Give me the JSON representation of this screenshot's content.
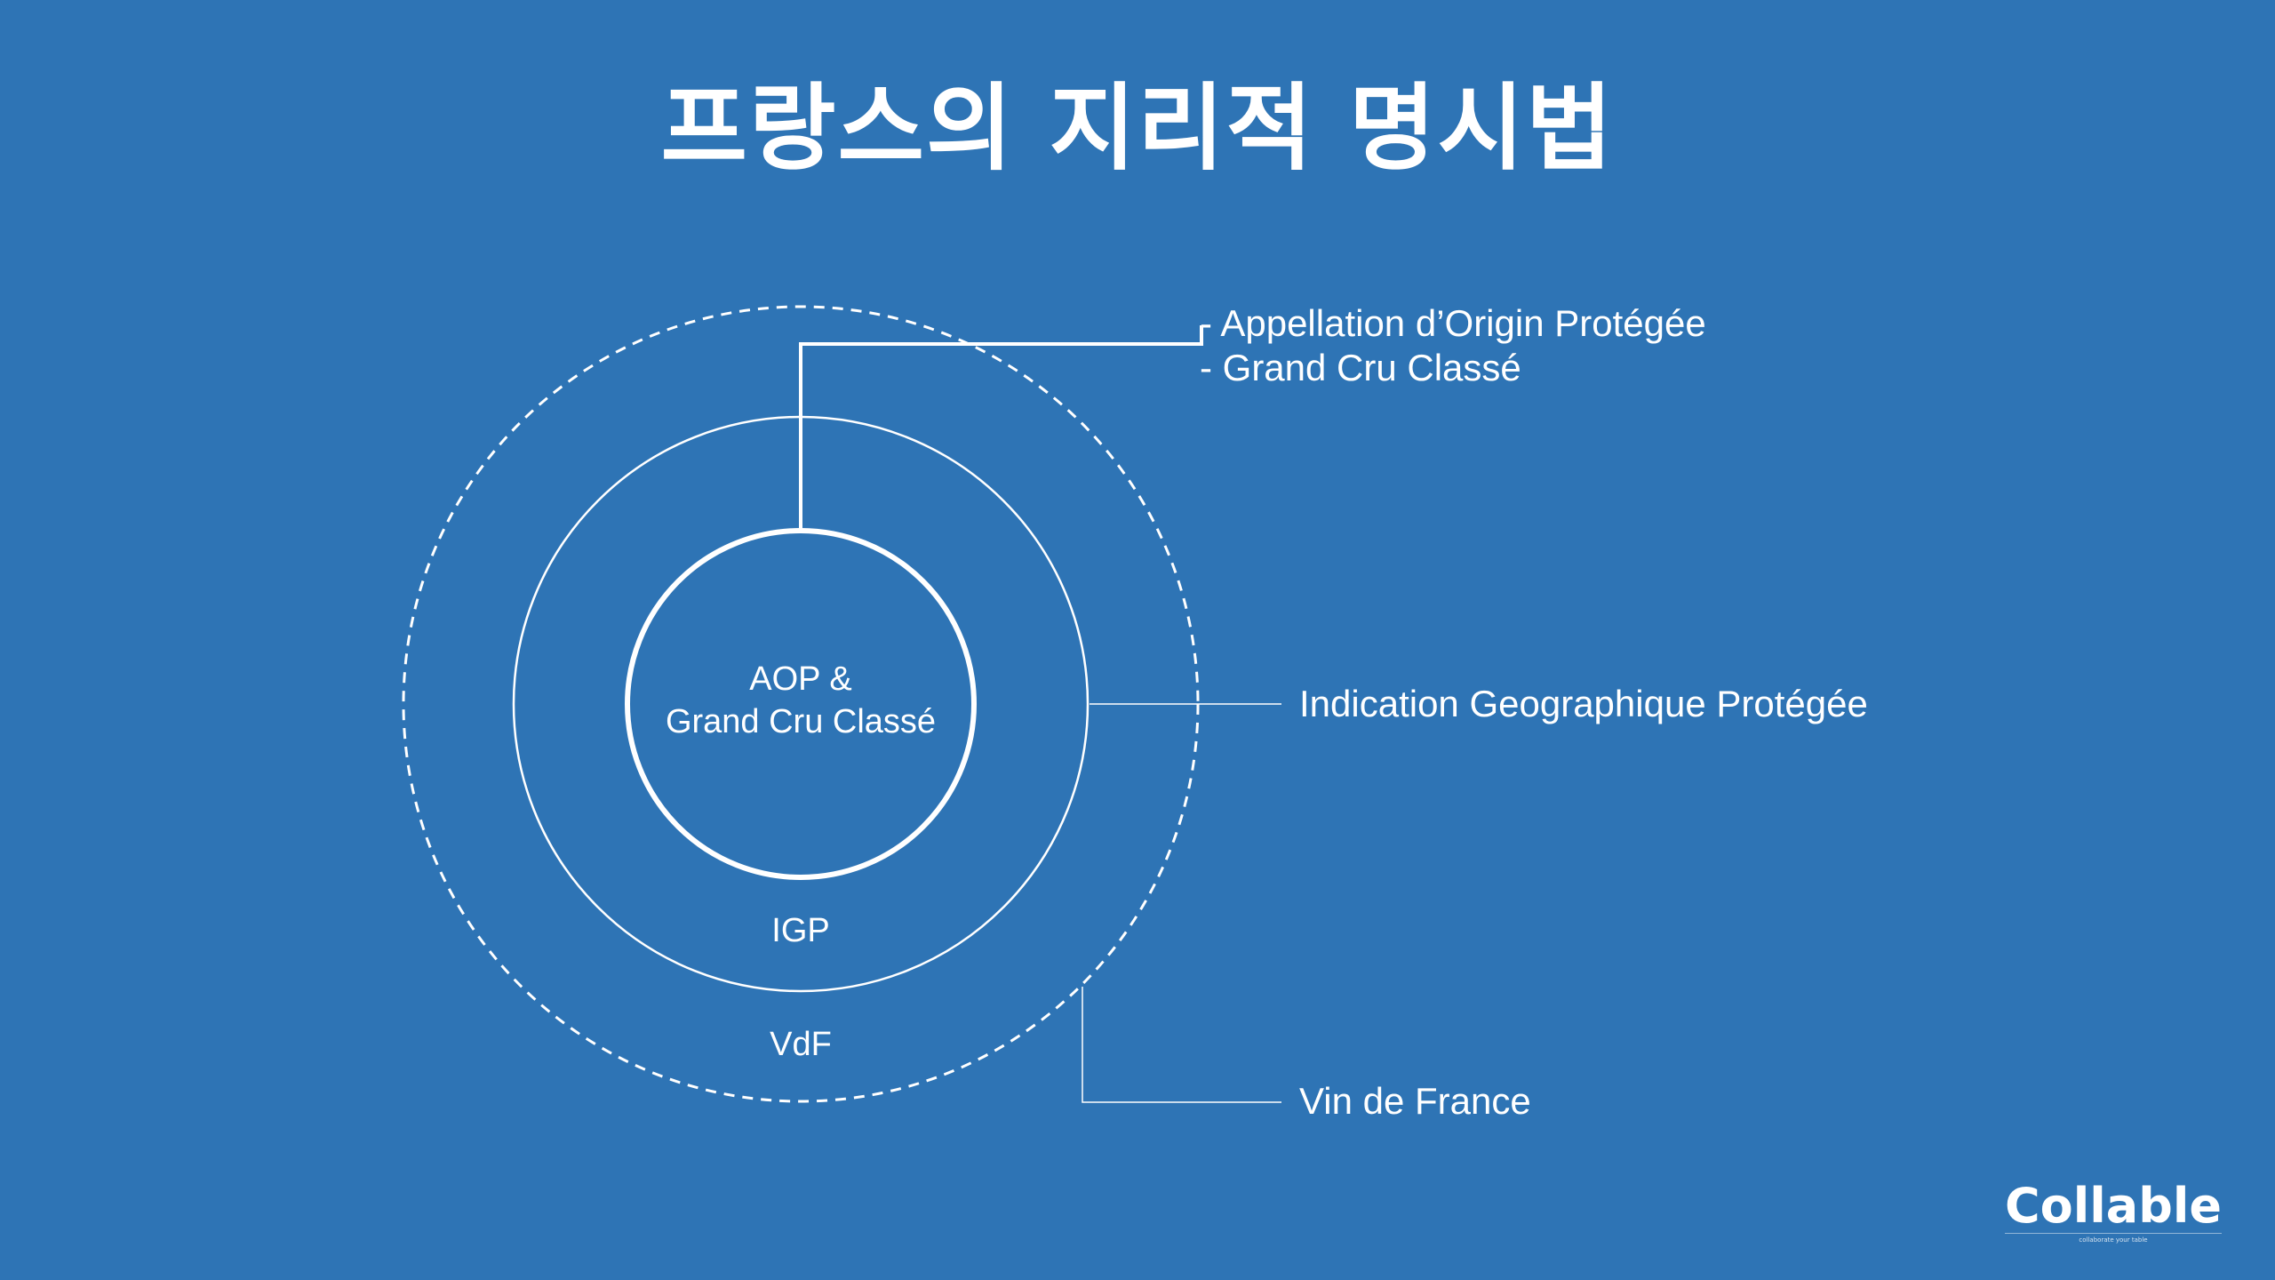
{
  "title": "프랑스의 지리적 명시법",
  "diagram": {
    "inner_circle": {
      "line1": "AOP &",
      "line2": "Grand Cru Classé"
    },
    "middle_circle": {
      "label": "IGP"
    },
    "outer_circle": {
      "label": "VdF"
    },
    "callouts": {
      "aop_line1": "- Appellation d’Origin Protégée",
      "aop_line2": "- Grand Cru Classé",
      "igp": "Indication Geographique Protégée",
      "vdf": "Vin de France"
    }
  },
  "logo": {
    "name": "Collable",
    "tagline": "collaborate your table"
  },
  "colors": {
    "background": "#2e74b5",
    "foreground": "#ffffff"
  }
}
